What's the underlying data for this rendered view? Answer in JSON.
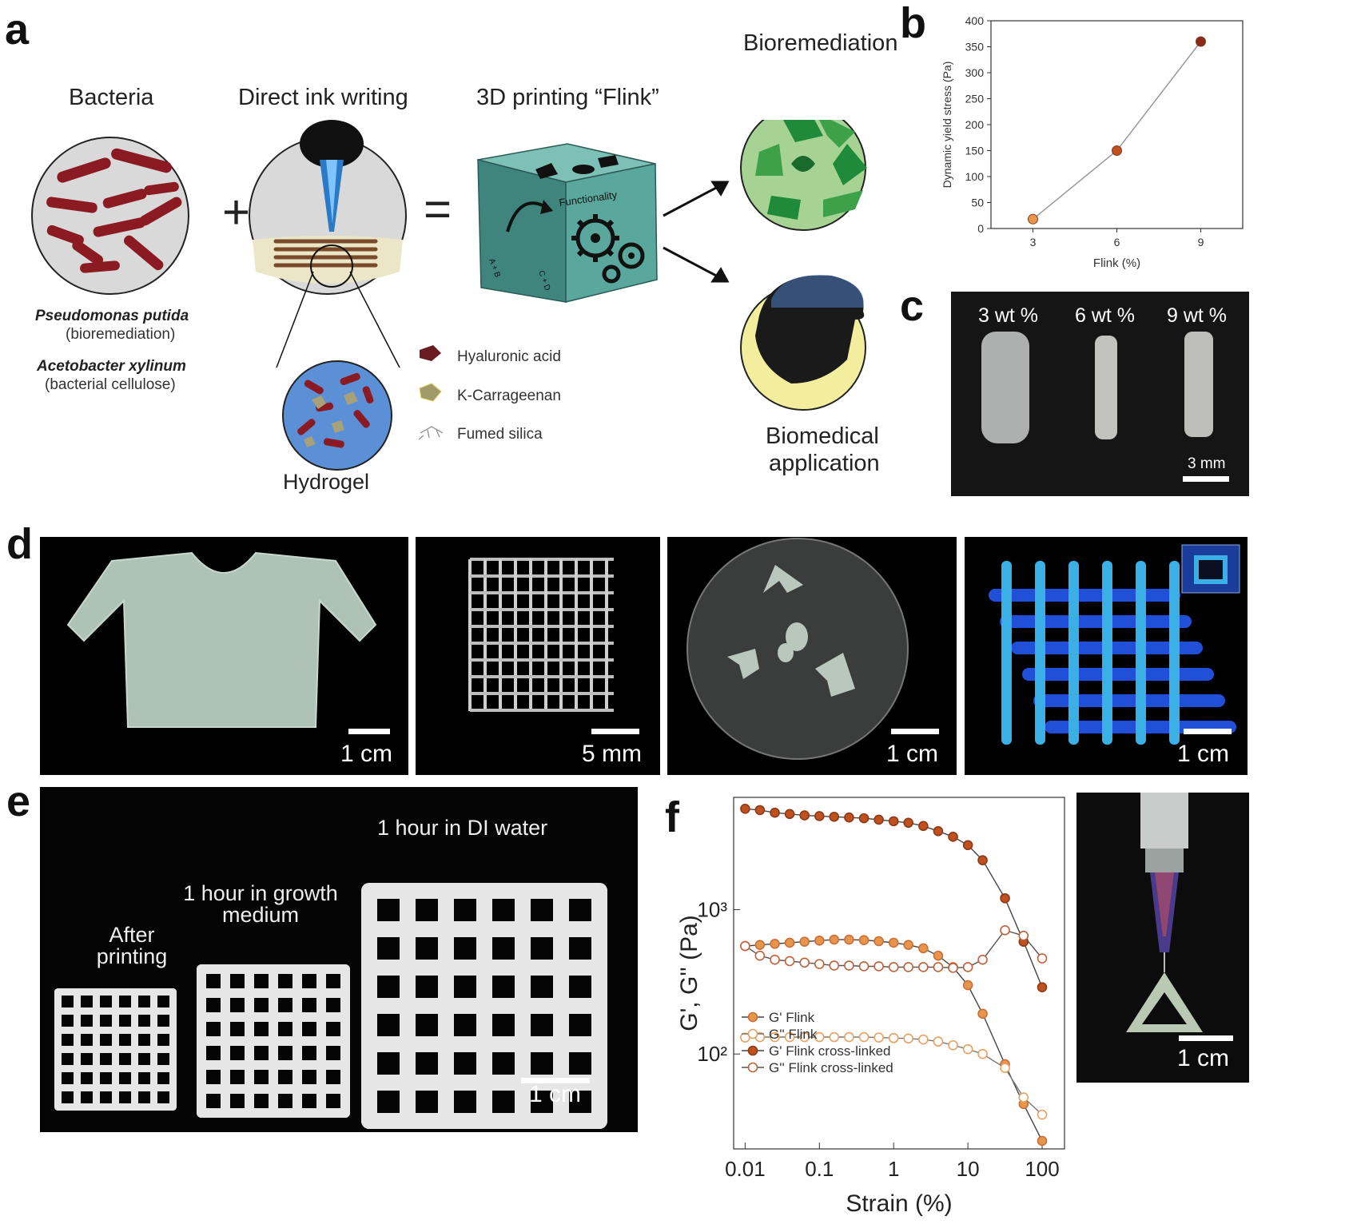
{
  "panel_labels": {
    "a": "a",
    "b": "b",
    "c": "c",
    "d": "d",
    "e": "e",
    "f": "f"
  },
  "panel_a": {
    "bacteria_title": "Bacteria",
    "diw_title": "Direct ink writing",
    "flink_title": "3D printing “Flink”",
    "plus": "+",
    "equals": "=",
    "species1": "Pseudomonas putida",
    "species1_note": "(bioremediation)",
    "species2": "Acetobacter xylinum",
    "species2_note": "(bacterial cellulose)",
    "hydrogel_label": "Hydrogel",
    "legend_ha": "Hyaluronic acid",
    "legend_kc": "K-Carrageenan",
    "legend_fs": "Fumed silica",
    "cube_face_label": "Functionality",
    "cube_left_top": "A + B",
    "cube_left_bottom": "C + D",
    "bioremediation": "Bioremediation",
    "biomedical_line1": "Biomedical",
    "biomedical_line2": "application"
  },
  "panel_c": {
    "labels": [
      "3 wt %",
      "6 wt %",
      "9 wt %"
    ],
    "scale": "3 mm"
  },
  "panel_d": {
    "scales": [
      "1 cm",
      "5 mm",
      "1 cm",
      "1 cm"
    ]
  },
  "panel_e": {
    "label1": "After printing",
    "label1_l1": "After",
    "label1_l2": "printing",
    "label2_l1": "1 hour in growth",
    "label2_l2": "medium",
    "label3": "1 hour in DI water",
    "scale": "1 cm"
  },
  "panel_f_photo": {
    "scale": "1 cm"
  },
  "colors": {
    "orange": "#e8944a",
    "dark_orange": "#c0501e",
    "dark_red": "#8b2a1a",
    "bio_green": "#a6d394",
    "bio_yellow": "#f2ee9e",
    "cube_teal": "#4f9a91"
  },
  "chart_data": [
    {
      "type": "line",
      "panel": "b",
      "xlabel": "Flink (%)",
      "ylabel": "Dynamic yield stress (Pa)",
      "x": [
        3,
        6,
        9
      ],
      "y": [
        18,
        150,
        360
      ],
      "xticks": [
        "3",
        "6",
        "9"
      ],
      "yticks": [
        "0",
        "50",
        "100",
        "150",
        "200",
        "250",
        "300",
        "350",
        "400"
      ],
      "xlim": [
        1.5,
        10.5
      ],
      "ylim": [
        0,
        400
      ]
    },
    {
      "type": "line",
      "panel": "f",
      "xlabel": "Strain (%)",
      "ylabel": "G', G'' (Pa)",
      "xscale": "log",
      "yscale": "log",
      "xticks": [
        "0.01",
        "0.1",
        "1",
        "10",
        "100"
      ],
      "yticks": [
        "10²",
        "10³"
      ],
      "xlim": [
        0.007,
        200
      ],
      "ylim": [
        22,
        6000
      ],
      "legend_position": "bottom-left",
      "x": [
        0.01,
        0.0158,
        0.0251,
        0.0398,
        0.0631,
        0.1,
        0.158,
        0.251,
        0.398,
        0.631,
        1,
        1.58,
        2.51,
        3.98,
        6.31,
        10,
        15.8,
        31.6,
        56.2,
        100
      ],
      "series": [
        {
          "name": "G'  Flink",
          "marker": "filled-orange",
          "values": [
            560,
            570,
            580,
            590,
            600,
            610,
            620,
            620,
            615,
            605,
            590,
            570,
            540,
            480,
            400,
            300,
            190,
            85,
            45,
            25
          ]
        },
        {
          "name": "G'' Flink",
          "marker": "open-orange",
          "values": [
            130,
            131,
            131,
            131,
            131,
            131,
            131,
            131,
            131,
            130,
            129,
            128,
            126,
            122,
            115,
            108,
            100,
            80,
            50,
            38
          ]
        },
        {
          "name": "G'  Flink cross-linked",
          "marker": "filled-dark",
          "values": [
            5000,
            4900,
            4700,
            4600,
            4500,
            4450,
            4400,
            4350,
            4300,
            4200,
            4100,
            4000,
            3800,
            3500,
            3200,
            2800,
            2200,
            1200,
            600,
            290
          ]
        },
        {
          "name": "G'' Flink cross-linked",
          "marker": "open-dark",
          "values": [
            560,
            480,
            450,
            440,
            430,
            420,
            410,
            410,
            405,
            405,
            400,
            400,
            400,
            400,
            395,
            400,
            450,
            720,
            660,
            460
          ]
        }
      ]
    }
  ]
}
